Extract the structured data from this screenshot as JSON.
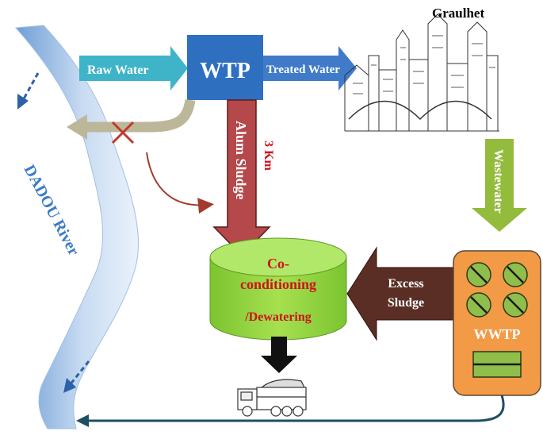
{
  "labels": {
    "raw_water": "Raw Water",
    "wtp": "WTP",
    "treated_water": "Treated Water",
    "city": "Graulhet",
    "alum_sludge": "Alum Sludge",
    "distance": "3 Km",
    "wastewater": "Wastewater",
    "river": "DADOU River",
    "co_line1": "Co-",
    "co_line2": "conditioning",
    "co_line3": "/Dewatering",
    "excess_line1": "Excess",
    "excess_line2": "Sludge",
    "wwtp": "WWTP"
  },
  "colors": {
    "raw_water_arrow": "#3fb4c8",
    "wtp_box": "#2e6fc0",
    "treated_water_arrow": "#3f7bc8",
    "alum_sludge_arrow": "#b5484a",
    "distance_text": "#d0121b",
    "wastewater_arrow": "#93bb3c",
    "co_conditioning_cylinder": "#8fd43c",
    "co_conditioning_text": "#d0121b",
    "excess_sludge_arrow": "#5a2e24",
    "wwtp_box": "#f39a46",
    "river": "#a9c6e8",
    "discharge_arrow": "#bdb79a",
    "blocked_mark": "#c0392b",
    "outlet_line": "#1f4f63"
  }
}
